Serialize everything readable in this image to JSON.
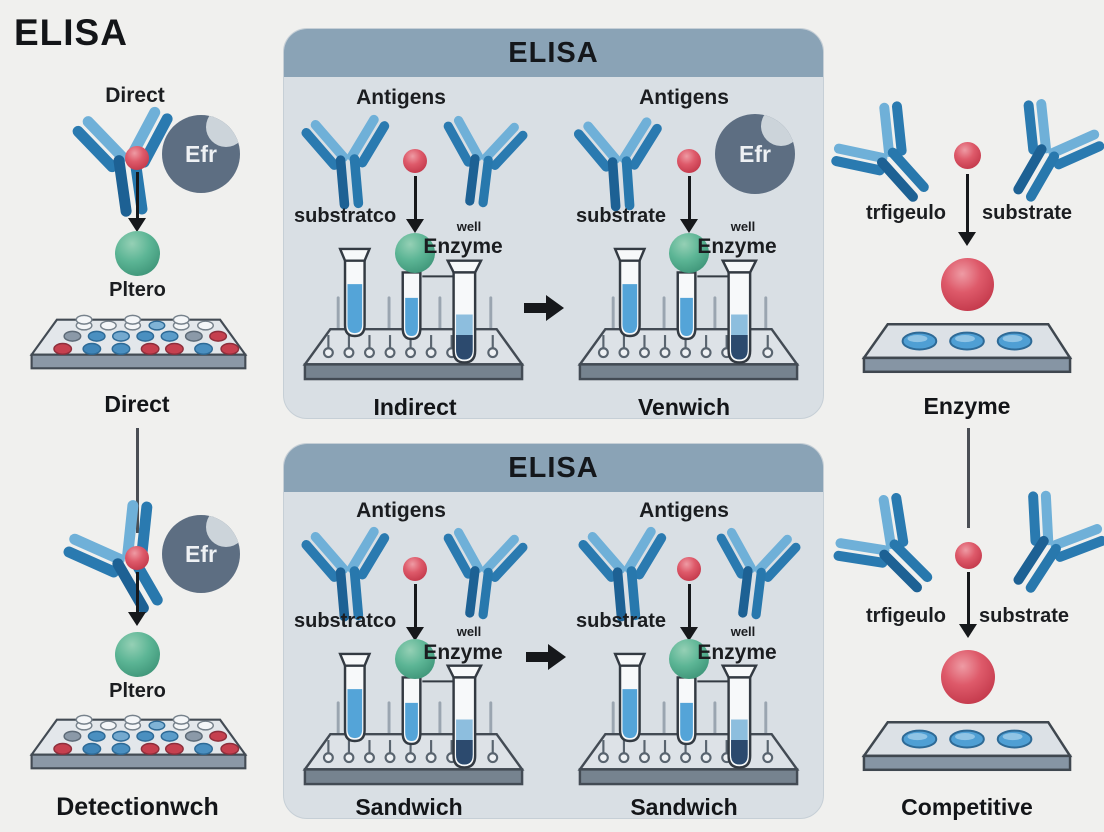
{
  "page": {
    "title": "ELISA"
  },
  "colors": {
    "background": "#f0f0ee",
    "panel_bg": "#d9dfe4",
    "panel_header": "#8aa3b6",
    "antibody_dark_blue": "#1d6194",
    "antibody_light_blue": "#6fb0d8",
    "sphere_red": "#d84a5b",
    "sphere_green": "#57b391",
    "enzyme_circle_gray": "#5d6e82",
    "well_blue": "#4f9fd4",
    "well_red": "#c6404f",
    "tube_liquid_blue": "#54a4d8",
    "tube_liquid_dark": "#2c4a6e"
  },
  "left_column": {
    "top": {
      "label": "Direct",
      "enzyme_circle": "Efr",
      "product_label": "Pltero",
      "caption": "Direct"
    },
    "bottom": {
      "enzyme_circle": "Efr",
      "product_label": "Pltero",
      "caption": "Detectionwch"
    }
  },
  "center_top_panel": {
    "header": "ELISA",
    "left": {
      "antigens": "Antigens",
      "substrate": "substratco",
      "well": "well",
      "enzyme": "Enzyme",
      "caption": "Indirect"
    },
    "right": {
      "antigens": "Antigens",
      "enzyme_circle": "Efr",
      "substrate": "substrate",
      "well": "well",
      "enzyme": "Enzyme",
      "caption": "Venwich"
    }
  },
  "center_bottom_panel": {
    "header": "ELISA",
    "left": {
      "antigens": "Antigens",
      "substrate": "substratco",
      "well": "well",
      "enzyme": "Enzyme",
      "caption": "Sandwich"
    },
    "right": {
      "antigens": "Antigens",
      "substrate": "substrate",
      "well": "well",
      "enzyme": "Enzyme",
      "caption": "Sandwich"
    }
  },
  "right_column": {
    "top": {
      "left_label": "trfigeulo",
      "right_label": "substrate",
      "caption": "Enzyme"
    },
    "bottom": {
      "left_label": "trfigeulo",
      "right_label": "substrate",
      "caption": "Competitive"
    }
  }
}
